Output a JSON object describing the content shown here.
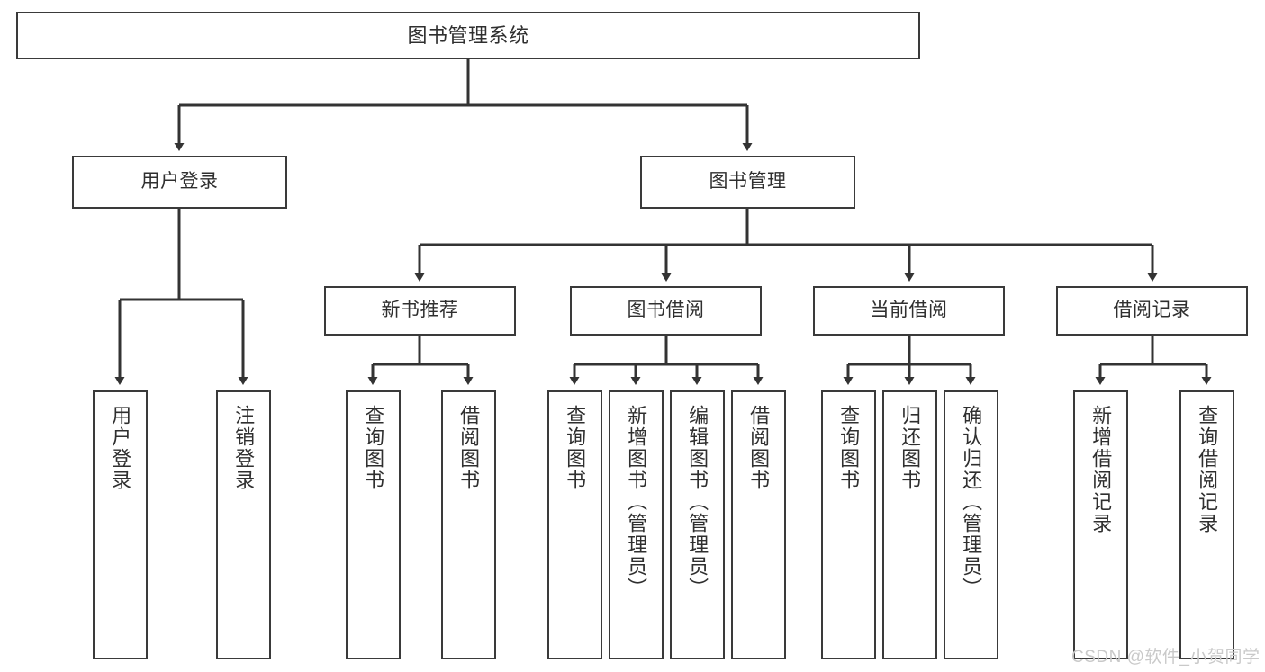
{
  "diagram": {
    "title": "图书管理系统",
    "type": "tree-hierarchy-diagram",
    "colors": {
      "background": "#ffffff",
      "box_border": "#3a3a3a",
      "box_fill": "#ffffff",
      "text": "#2f2f2f",
      "connector": "#333333",
      "watermark": "#c9c9c9"
    },
    "root": {
      "label": "图书管理系统"
    },
    "level2": [
      {
        "id": "user-login",
        "label": "用户登录"
      },
      {
        "id": "book-management",
        "label": "图书管理"
      }
    ],
    "level3": [
      {
        "id": "new-book-recommend",
        "label": "新书推荐"
      },
      {
        "id": "book-borrow",
        "label": "图书借阅"
      },
      {
        "id": "current-borrow",
        "label": "当前借阅"
      },
      {
        "id": "borrow-record",
        "label": "借阅记录"
      }
    ],
    "leaves": {
      "user-login": [
        {
          "id": "leaf-user-login",
          "label": "用户登录"
        },
        {
          "id": "leaf-user-logout",
          "label": "注销登录"
        }
      ],
      "new-book-recommend": [
        {
          "id": "leaf-query-book-1",
          "label": "查询图书"
        },
        {
          "id": "leaf-borrow-book-1",
          "label": "借阅图书"
        }
      ],
      "book-borrow": [
        {
          "id": "leaf-query-book-2",
          "label": "查询图书"
        },
        {
          "id": "leaf-add-book",
          "label": "新增图书（管理员）"
        },
        {
          "id": "leaf-edit-book",
          "label": "编辑图书（管理员）"
        },
        {
          "id": "leaf-borrow-book-2",
          "label": "借阅图书"
        }
      ],
      "current-borrow": [
        {
          "id": "leaf-query-book-3",
          "label": "查询图书"
        },
        {
          "id": "leaf-return-book",
          "label": "归还图书"
        },
        {
          "id": "leaf-confirm-return",
          "label": "确认归还（管理员）"
        }
      ],
      "borrow-record": [
        {
          "id": "leaf-add-record",
          "label": "新增借阅记录"
        },
        {
          "id": "leaf-query-record",
          "label": "查询借阅记录"
        }
      ]
    }
  },
  "watermark": {
    "text": "CSDN @软件_小贺同学"
  }
}
